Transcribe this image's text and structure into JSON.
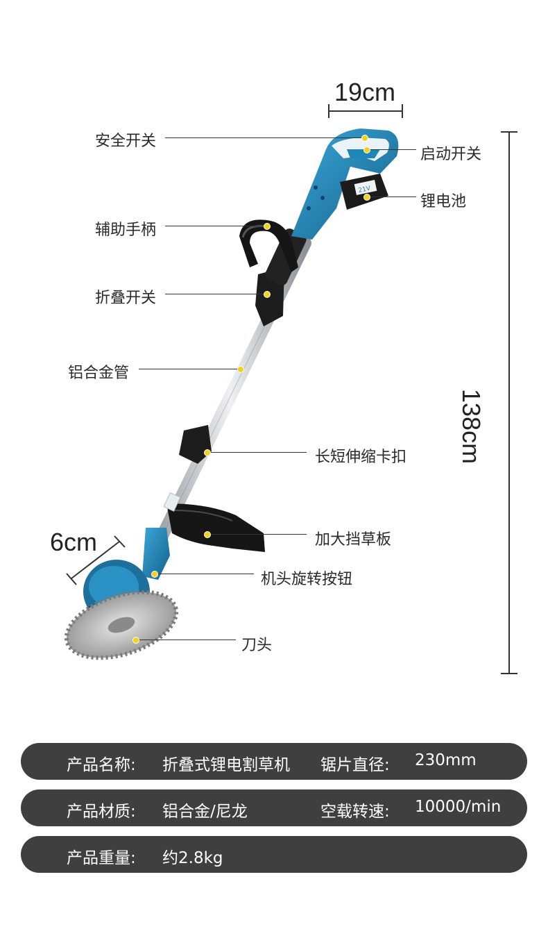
{
  "dimensions": {
    "handle_width": "19cm",
    "total_length": "138cm",
    "head_width": "6cm"
  },
  "callouts": {
    "safety_switch": "安全开关",
    "start_switch": "启动开关",
    "lithium_battery": "锂电池",
    "aux_handle": "辅助手柄",
    "fold_switch": "折叠开关",
    "aluminum_tube": "铝合金管",
    "telescopic_clip": "长短伸缩卡扣",
    "grass_guard": "加大挡草板",
    "head_rotate_button": "机头旋转按钮",
    "blade_head": "刀头"
  },
  "specs": {
    "row1": {
      "label1": "产品名称:",
      "value1": "折叠式锂电割草机",
      "label2": "锯片直径:",
      "value2": "230mm"
    },
    "row2": {
      "label1": "产品材质:",
      "value1": "铝合金/尼龙",
      "label2": "空载转速:",
      "value2": "10000/min"
    },
    "row3": {
      "label1": "产品重量:",
      "value1": "约2.8kg"
    }
  },
  "colors": {
    "body_blue": "#1f86b8",
    "battery_black": "#1b1b1b",
    "tube_silver": "#c9ccd0",
    "marker_yellow": "#f2d21c",
    "spec_bar": "#3f3f3f"
  }
}
